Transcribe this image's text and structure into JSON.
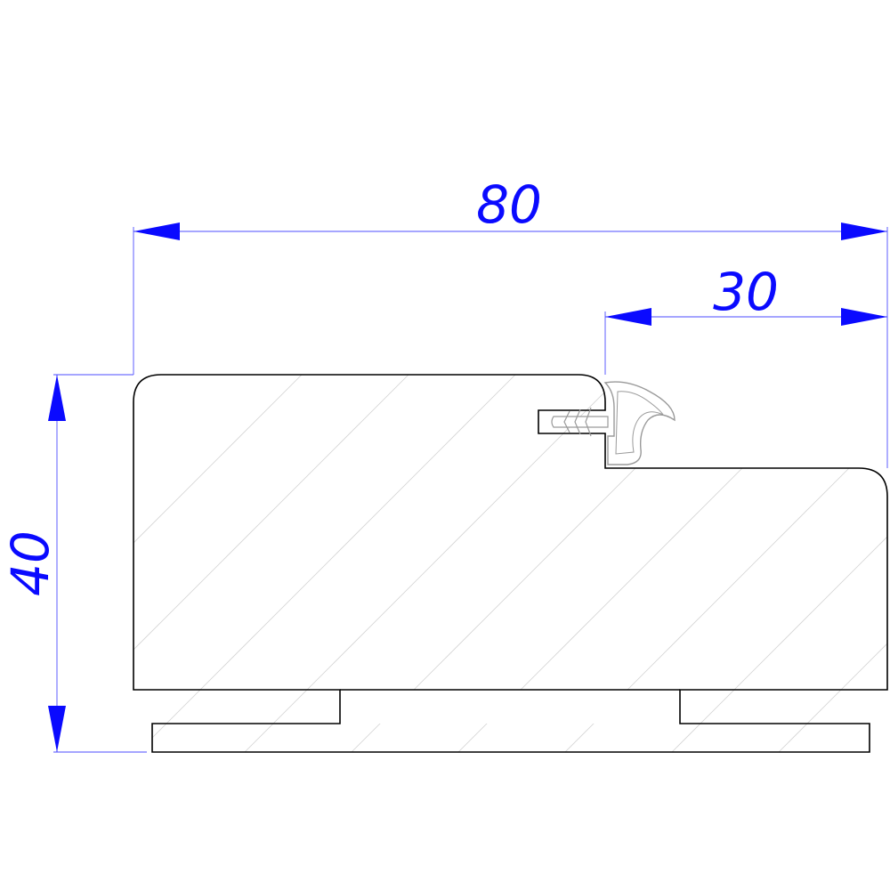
{
  "colors": {
    "dimension": "#0a0aff",
    "extension_line": "#4c4cff",
    "outline": "#000000",
    "hatch": "#d4d4d4",
    "seal": "#9a9a9a",
    "background": "#ffffff"
  },
  "dimensions": {
    "width": {
      "label": "80"
    },
    "rebate": {
      "label": "30"
    },
    "height": {
      "label": "40"
    }
  }
}
